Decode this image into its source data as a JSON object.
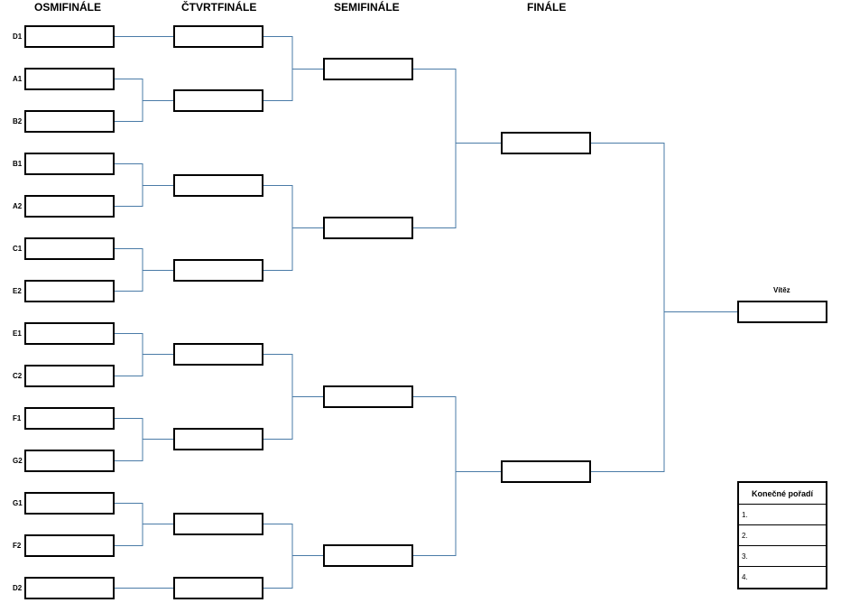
{
  "rounds": {
    "r16": "OSMIFINÁLE",
    "qf": "ČTVRTFINÁLE",
    "sf": "SEMIFINÁLE",
    "final": "FINÁLE"
  },
  "seeds": [
    "D1",
    "A1",
    "B2",
    "B1",
    "A2",
    "C1",
    "E2",
    "E1",
    "C2",
    "F1",
    "G2",
    "G1",
    "F2",
    "D2"
  ],
  "winner_label": "Vítěz",
  "standings": {
    "title": "Konečné pořadí",
    "rows": [
      "1.",
      "2.",
      "3.",
      "4."
    ]
  },
  "colors": {
    "connector": "#4a7ba7",
    "slot_border": "#000000"
  }
}
